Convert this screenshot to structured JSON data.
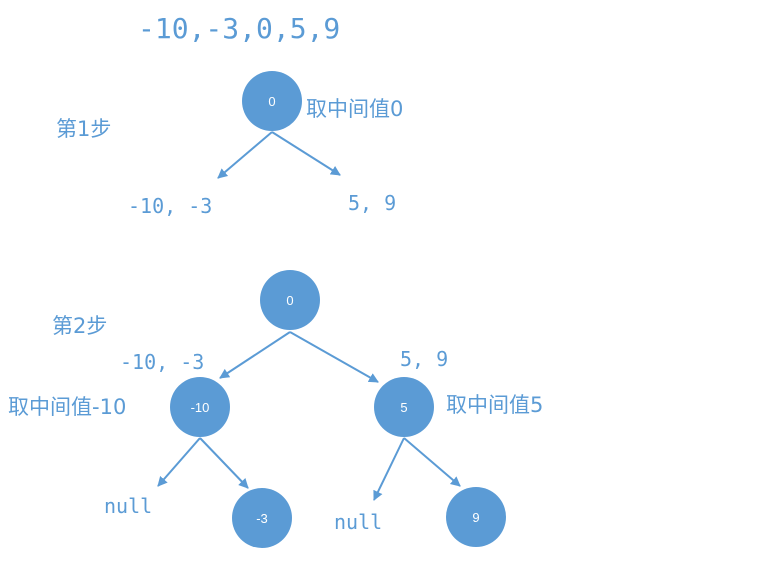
{
  "array": "-10,-3,0,5,9",
  "step1": {
    "label": "第1步",
    "root": "0",
    "pick": "取中间值0",
    "left_range": "-10, -3",
    "right_range": "5, 9"
  },
  "step2": {
    "label": "第2步",
    "root": "0",
    "left_range": "-10, -3",
    "right_range": "5, 9",
    "left_node": "-10",
    "left_pick": "取中间值-10",
    "right_node": "5",
    "right_pick": "取中间值5",
    "ll": "null",
    "lr": "-3",
    "rl": "null",
    "rr": "9"
  },
  "colors": {
    "accent": "#5b9bd5"
  }
}
